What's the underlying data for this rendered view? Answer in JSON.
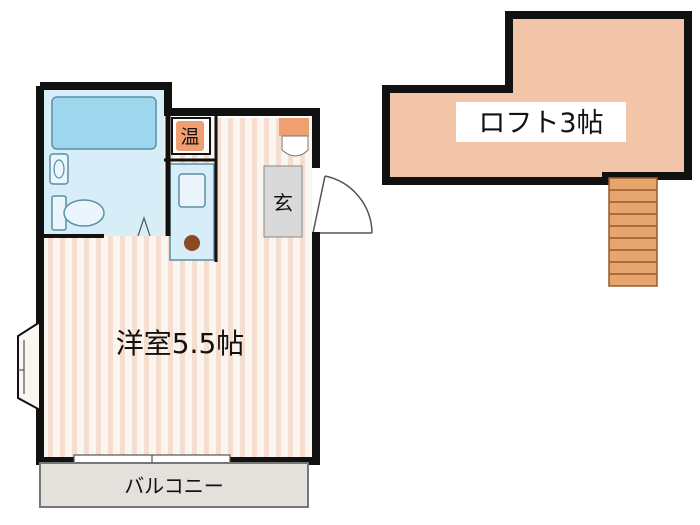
{
  "labels": {
    "loft": "ロフト3帖",
    "western_room": "洋室5.5帖",
    "entrance": "玄",
    "water_heater": "温",
    "balcony": "バルコニー"
  },
  "colors": {
    "wall": "#111111",
    "floor_warm": "#f2c4a8",
    "floor_stripe": "#f7e8df",
    "floor_base": "#fbf5f0",
    "wet_area": "#d7edf7",
    "bath_tub": "#9fd8ee",
    "entrance_tile": "#d9d9d9",
    "balcony": "#e4e0dc",
    "heater": "#f0a070",
    "stairs": "#e7a56e"
  }
}
